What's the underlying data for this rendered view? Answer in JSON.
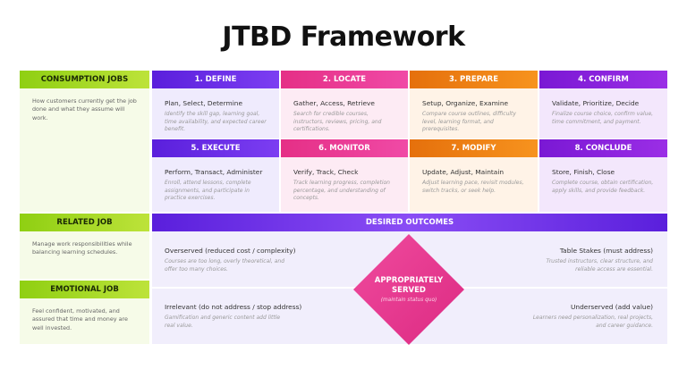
{
  "title": "JTBD Framework",
  "left": {
    "consumption": {
      "label": "CONSUMPTION JOBS",
      "text": "How customers currently get the job done and what they assume will work."
    },
    "related": {
      "label": "RELATED JOB",
      "text": "Manage work responsibilities while balancing learning schedules."
    },
    "emotional": {
      "label": "EMOTIONAL JOB",
      "text": "Feel confident, motivated, and assured that time and money are well invested."
    }
  },
  "steps": [
    {
      "label": "1. DEFINE",
      "heading": "Plan, Select, Determine",
      "desc": "Identify the skill gap, learning goal, time availability, and expected career benefit."
    },
    {
      "label": "2. LOCATE",
      "heading": "Gather, Access, Retrieve",
      "desc": "Search for credible courses, instructors, reviews, pricing, and certifications."
    },
    {
      "label": "3. PREPARE",
      "heading": "Setup, Organize, Examine",
      "desc": "Compare course outlines, difficulty level, learning format, and prerequisites."
    },
    {
      "label": "4. CONFIRM",
      "heading": "Validate, Prioritize, Decide",
      "desc": "Finalize course choice, confirm value, time commitment, and payment."
    },
    {
      "label": "5. EXECUTE",
      "heading": "Perform, Transact, Administer",
      "desc": "Enroll, attend lessons, complete assignments, and participate in practice exercises."
    },
    {
      "label": "6. MONITOR",
      "heading": "Verify, Track, Check",
      "desc": "Track learning progress, completion percentage, and understanding of concepts."
    },
    {
      "label": "7. MODIFY",
      "heading": "Update, Adjust, Maintain",
      "desc": "Adjust learning pace, revisit modules, switch tracks, or seek help."
    },
    {
      "label": "8. CONCLUDE",
      "heading": "Store, Finish, Close",
      "desc": "Complete course, obtain certification, apply skills, and provide feedback."
    }
  ],
  "outcomes": {
    "label": "DESIRED OUTCOMES",
    "overserved": {
      "heading": "Overserved (reduced cost / complexity)",
      "desc": "Courses are too long, overly theoretical, and offer too many choices."
    },
    "table_stakes": {
      "heading": "Table Stakes (must address)",
      "desc": "Trusted instructors, clear structure, and reliable access are essential."
    },
    "irrelevant": {
      "heading": "Irrelevant (do not address / stop address)",
      "desc": "Gamification and generic content add little real value."
    },
    "underserved": {
      "heading": "Underserved (add value)",
      "desc": "Learners need personalization, real projects, and career guidance."
    },
    "center": {
      "title1": "APPROPRIATELY",
      "title2": "SERVED",
      "sub": "(maintain status quo)"
    }
  }
}
